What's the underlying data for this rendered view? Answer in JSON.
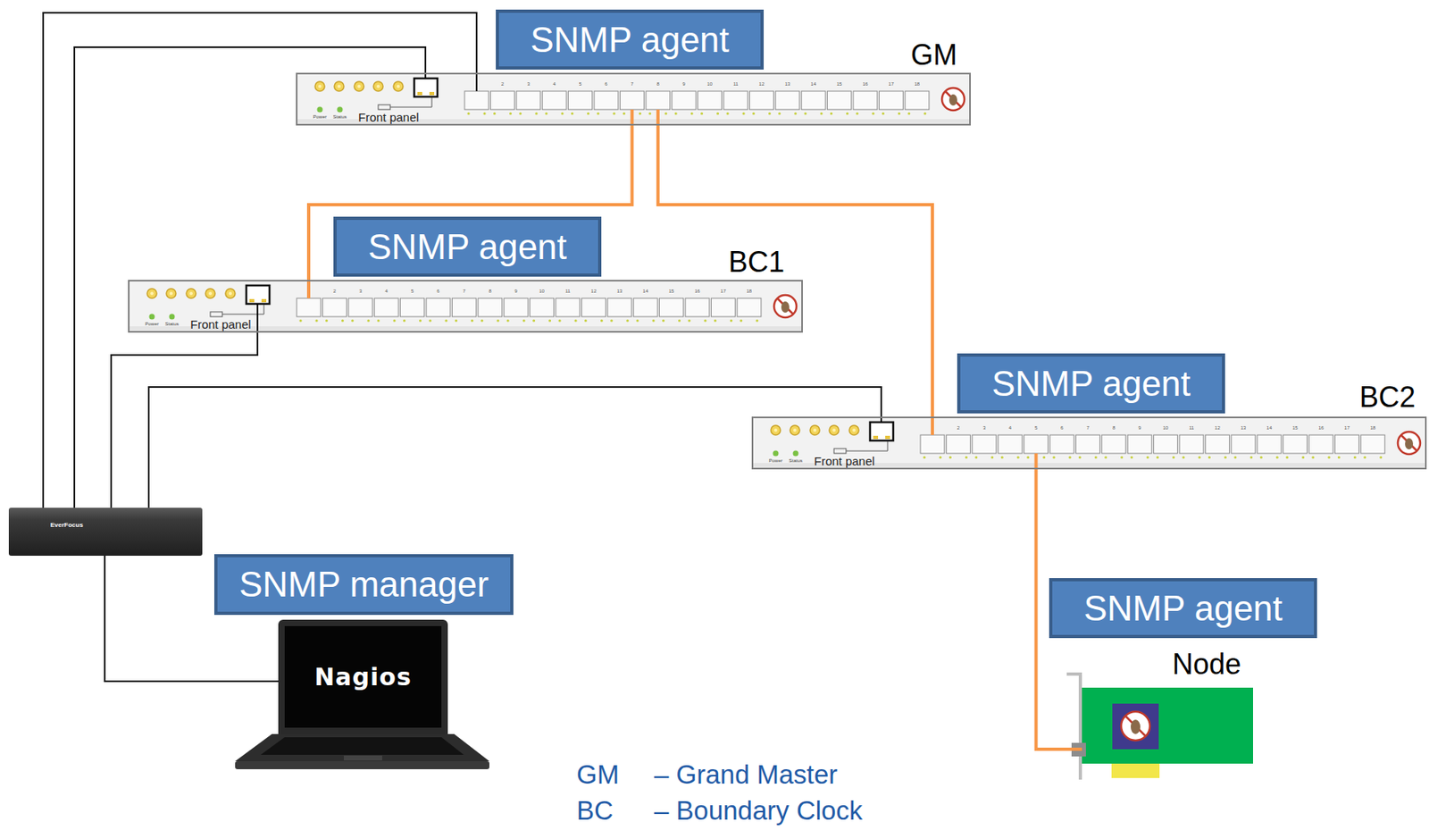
{
  "diagram": {
    "nodes": [
      {
        "text": [
          "SNMP agent"
        ]
      },
      {
        "text": [
          "GM",
          "Front panel"
        ]
      },
      {
        "text": [
          "SNMP agent"
        ]
      },
      {
        "text": [
          "BC1",
          "Front panel"
        ]
      },
      {
        "text": [
          "SNMP agent"
        ]
      },
      {
        "text": [
          "BC2",
          "Front panel"
        ]
      },
      {
        "text": [
          "EverFocus"
        ]
      },
      {
        "text": [
          "SNMP manager"
        ]
      },
      {
        "text": [
          "Nagios"
        ]
      },
      {
        "text": [
          "SNMP agent"
        ]
      },
      {
        "text": [
          "Node"
        ]
      }
    ],
    "edges": [
      {
        "from": 1,
        "to": 3,
        "arrow": "none"
      },
      {
        "from": 1,
        "to": 5,
        "arrow": "none"
      },
      {
        "from": 5,
        "to": 10,
        "arrow": "none"
      },
      {
        "from": 6,
        "to": 1,
        "arrow": "none"
      },
      {
        "from": 6,
        "to": 1,
        "arrow": "none"
      },
      {
        "from": 6,
        "to": 3,
        "arrow": "none"
      },
      {
        "from": 6,
        "to": 5,
        "arrow": "none"
      },
      {
        "from": 6,
        "to": 8,
        "arrow": "none"
      }
    ],
    "labels": [
      "Power",
      "Status",
      "2",
      "3",
      "4",
      "5",
      "6",
      "7",
      "8",
      "9",
      "10",
      "11",
      "12",
      "13",
      "14",
      "15",
      "16",
      "17",
      "18",
      "Power",
      "Status",
      "2",
      "3",
      "4",
      "5",
      "6",
      "7",
      "8",
      "9",
      "10",
      "11",
      "12",
      "13",
      "14",
      "15",
      "16",
      "17",
      "18",
      "Power",
      "Status",
      "2",
      "3",
      "4",
      "5",
      "6",
      "7",
      "8",
      "9",
      "10",
      "11",
      "12",
      "13",
      "14",
      "15",
      "16",
      "17",
      "18",
      "GM",
      "– Grand Master",
      "BC",
      "– Boundary Clock"
    ]
  }
}
